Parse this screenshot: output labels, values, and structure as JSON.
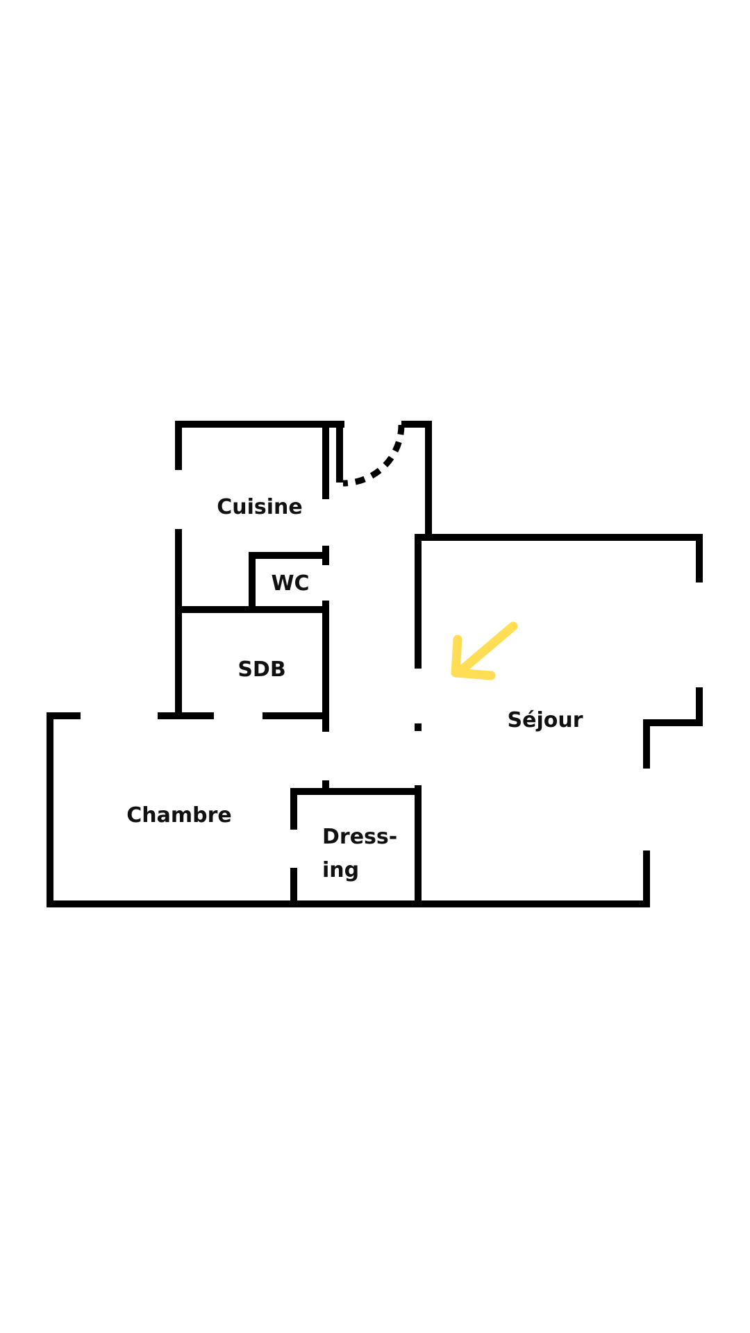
{
  "floorplan": {
    "rooms": {
      "cuisine": "Cuisine",
      "wc": "WC",
      "sdb": "SDB",
      "sejour": "Séjour",
      "chambre": "Chambre",
      "dressing_line1": "Dress-",
      "dressing_line2": "ing"
    },
    "arrow_color": "#FFDD55",
    "wall_color": "#000000"
  }
}
